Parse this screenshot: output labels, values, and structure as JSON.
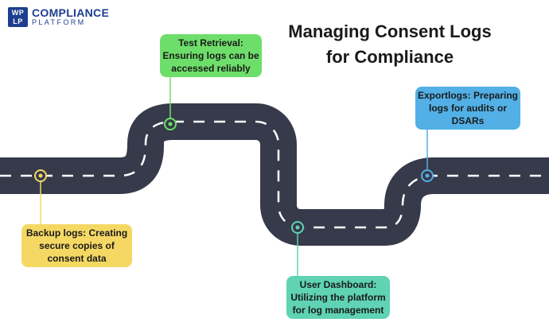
{
  "logo": {
    "mark_top": "WP",
    "mark_bottom": "LP",
    "line1": "COMPLIANCE",
    "line2": "PLATFORM"
  },
  "title_lines": [
    "Managing Consent Logs",
    "for Compliance"
  ],
  "milestones": {
    "backup": {
      "lines": [
        "Backup logs: Creating",
        "secure copies of",
        "consent data"
      ]
    },
    "test": {
      "lines": [
        "Test Retrieval:",
        "Ensuring logs can be",
        "accessed reliably"
      ]
    },
    "user": {
      "lines": [
        "User Dashboard:",
        "Utilizing the platform",
        "for log management"
      ]
    },
    "export": {
      "lines": [
        "Exportlogs: Preparing",
        "logs for audits or",
        "DSARs"
      ]
    }
  },
  "colors": {
    "road": "#363a4b",
    "dash": "#ffffff",
    "backup": "#f5d864",
    "test": "#6ede6a",
    "user": "#5fd3b3",
    "export": "#52b0e6",
    "brand": "#1d3e8f"
  }
}
